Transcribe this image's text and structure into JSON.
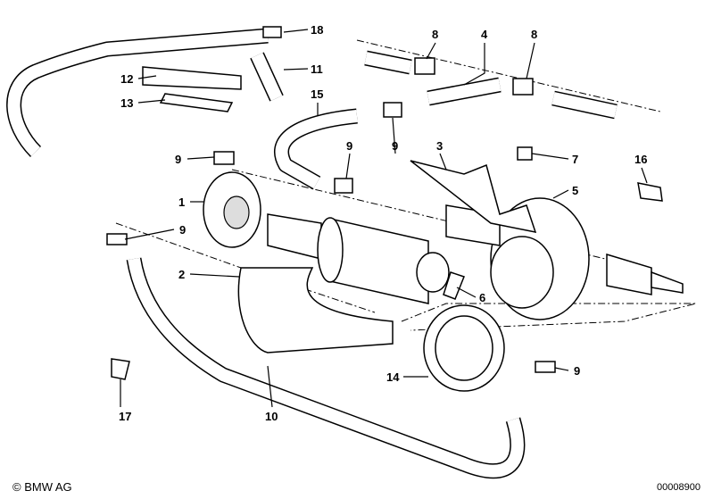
{
  "callouts": {
    "c1": "1",
    "c2": "2",
    "c3": "3",
    "c4": "4",
    "c5": "5",
    "c6": "6",
    "c7": "7",
    "c8a": "8",
    "c8b": "8",
    "c9a": "9",
    "c9b": "9",
    "c9c": "9",
    "c9d": "9",
    "c9e": "9",
    "c10": "10",
    "c11": "11",
    "c12": "12",
    "c13": "13",
    "c14": "14",
    "c15": "15",
    "c16": "16",
    "c17": "17",
    "c18": "18"
  },
  "footer": {
    "copyright": "© BMW AG",
    "doc_number": "00008900"
  }
}
